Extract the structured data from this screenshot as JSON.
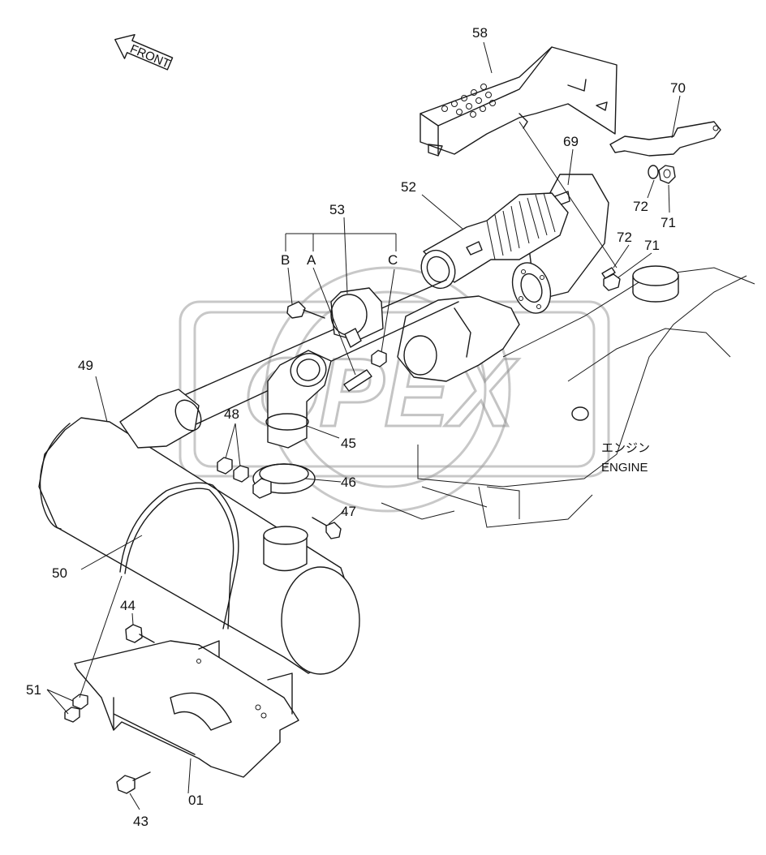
{
  "direction": {
    "label": "FRONT"
  },
  "engine_label": {
    "japanese": "エンジン",
    "english": "ENGINE"
  },
  "watermark": {
    "text": "OPEX"
  },
  "callouts": {
    "p58": "58",
    "p70": "70",
    "p69": "69",
    "p52": "52",
    "p53": "53",
    "pB": "B",
    "pA": "A",
    "pC": "C",
    "p72a": "72",
    "p71a": "71",
    "p72b": "72",
    "p71b": "71",
    "p49": "49",
    "p48": "48",
    "p45": "45",
    "p46": "46",
    "p47": "47",
    "p50": "50",
    "p44": "44",
    "p51": "51",
    "p01": "01",
    "p43": "43"
  }
}
